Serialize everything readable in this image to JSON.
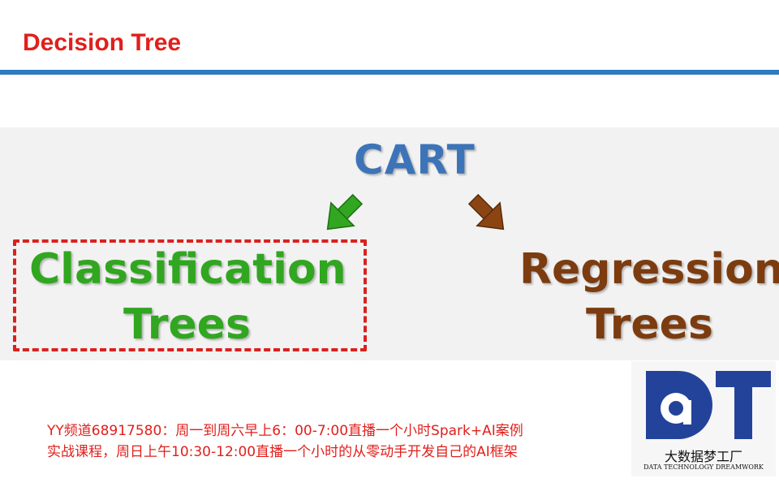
{
  "slide": {
    "title": "Decision Tree",
    "accent_color": "#e0201c",
    "rule_color": "#2e7bc0"
  },
  "diagram": {
    "root": "CART",
    "left_branch": {
      "line1": "Classification",
      "line2": "Trees",
      "color": "#31a620",
      "highlighted": true
    },
    "right_branch": {
      "line1": "Regression",
      "line2": "Trees",
      "color": "#7c3c10"
    }
  },
  "footer": {
    "line1": "YY频道68917580：周一到周六早上6：00-7:00直播一个小时Spark+AI案例",
    "line2": "实战课程，周日上午10:30-12:00直播一个小时的从零动手开发自己的AI框架"
  },
  "logo": {
    "letters": "DT",
    "name": "大数据梦工厂",
    "subtitle": "DATA TECHNOLOGY DREAMWORK",
    "color": "#23439a"
  }
}
